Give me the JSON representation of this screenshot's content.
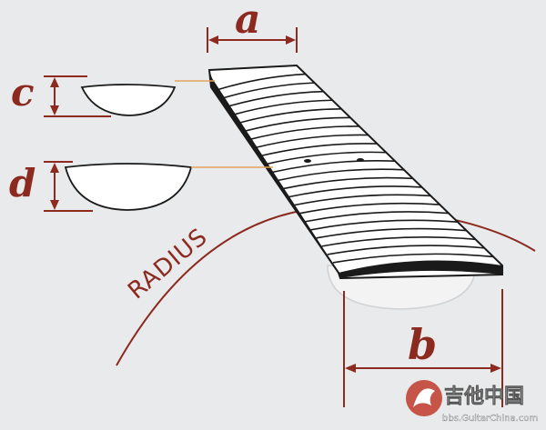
{
  "labels": {
    "a": "a",
    "b": "b",
    "c": "c",
    "d": "d",
    "radius": "RADIUS"
  },
  "watermark": {
    "title": "吉他中国",
    "url": "bbs.GuitarChina.com"
  },
  "colors": {
    "background": "#e9eaeb",
    "accent": "#8c2a1f",
    "leader": "#e2a35a",
    "ink": "#1a1a1a",
    "shadow": "#cfd1d3"
  }
}
